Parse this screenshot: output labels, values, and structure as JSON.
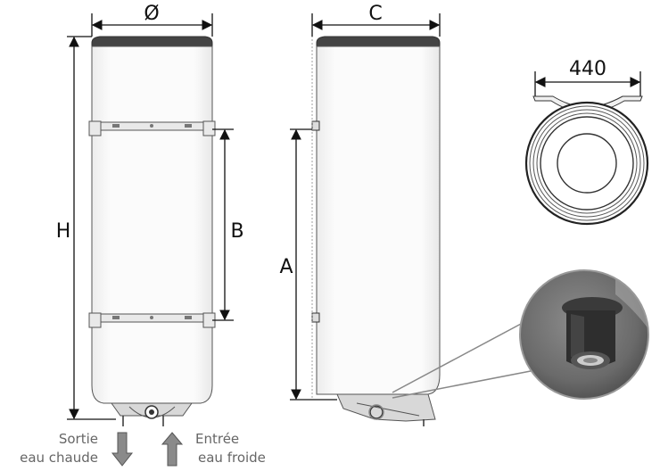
{
  "dimensions": {
    "diameter_label": "Ø",
    "depth_label": "C",
    "height_label": "H",
    "bracket_spacing_label": "B",
    "fixing_height_label": "A",
    "top_width_value": "440"
  },
  "outlets": {
    "hot": {
      "line1": "Sortie",
      "line2": "eau chaude",
      "arrow_color": "#8a8a8a",
      "direction": "down"
    },
    "cold": {
      "line1": "Entrée",
      "line2": "eau froide",
      "arrow_color": "#8a8a8a",
      "direction": "up"
    }
  },
  "colors": {
    "tank_body": "#fbfbfb",
    "lines": "#111111",
    "photo_background": "#6e6e6e",
    "fitting": "#2e2e2e"
  }
}
